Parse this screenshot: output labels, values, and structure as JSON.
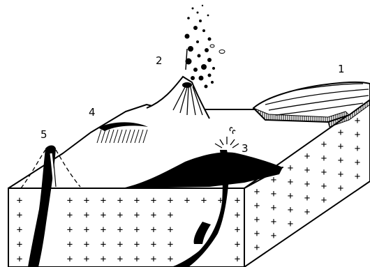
{
  "diagram": {
    "labels": [
      {
        "id": "label-1",
        "text": "1"
      },
      {
        "id": "label-2",
        "text": "2"
      },
      {
        "id": "label-3",
        "text": "3"
      },
      {
        "id": "label-4",
        "text": "4"
      },
      {
        "id": "label-5",
        "text": "5"
      }
    ],
    "colors": {
      "ink": "#000000",
      "background": "#ffffff"
    }
  }
}
